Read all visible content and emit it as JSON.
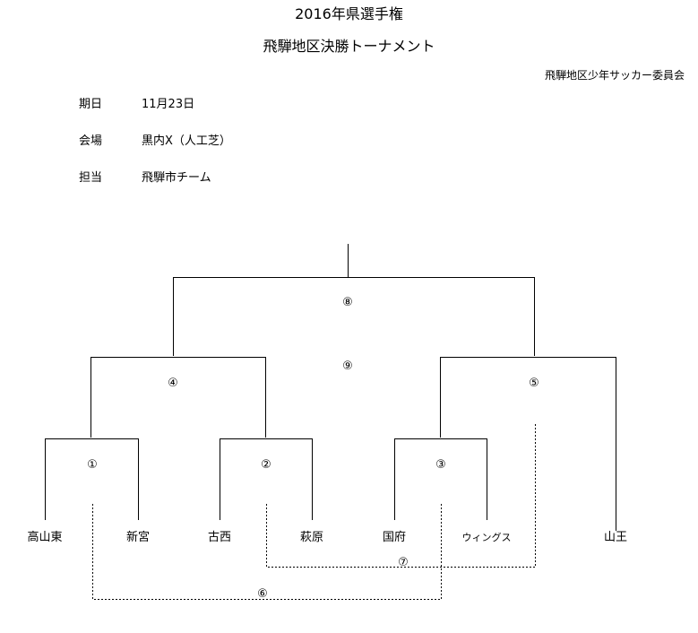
{
  "header": {
    "title": "2016年県選手権",
    "subtitle": "飛騨地区決勝トーナメント",
    "organizer": "飛騨地区少年サッカー委員会"
  },
  "info": {
    "date_label": "期日",
    "date_value": "11月23日",
    "venue_label": "会場",
    "venue_value": "黒内X（人工芝）",
    "manager_label": "担当",
    "manager_value": "飛騨市チーム"
  },
  "bracket": {
    "teams": [
      "高山東",
      "新宮",
      "古西",
      "萩原",
      "国府",
      "ウィングス",
      "山王"
    ],
    "match_numbers": [
      "①",
      "②",
      "③",
      "④",
      "⑤",
      "⑥",
      "⑦",
      "⑧",
      "⑨"
    ]
  }
}
